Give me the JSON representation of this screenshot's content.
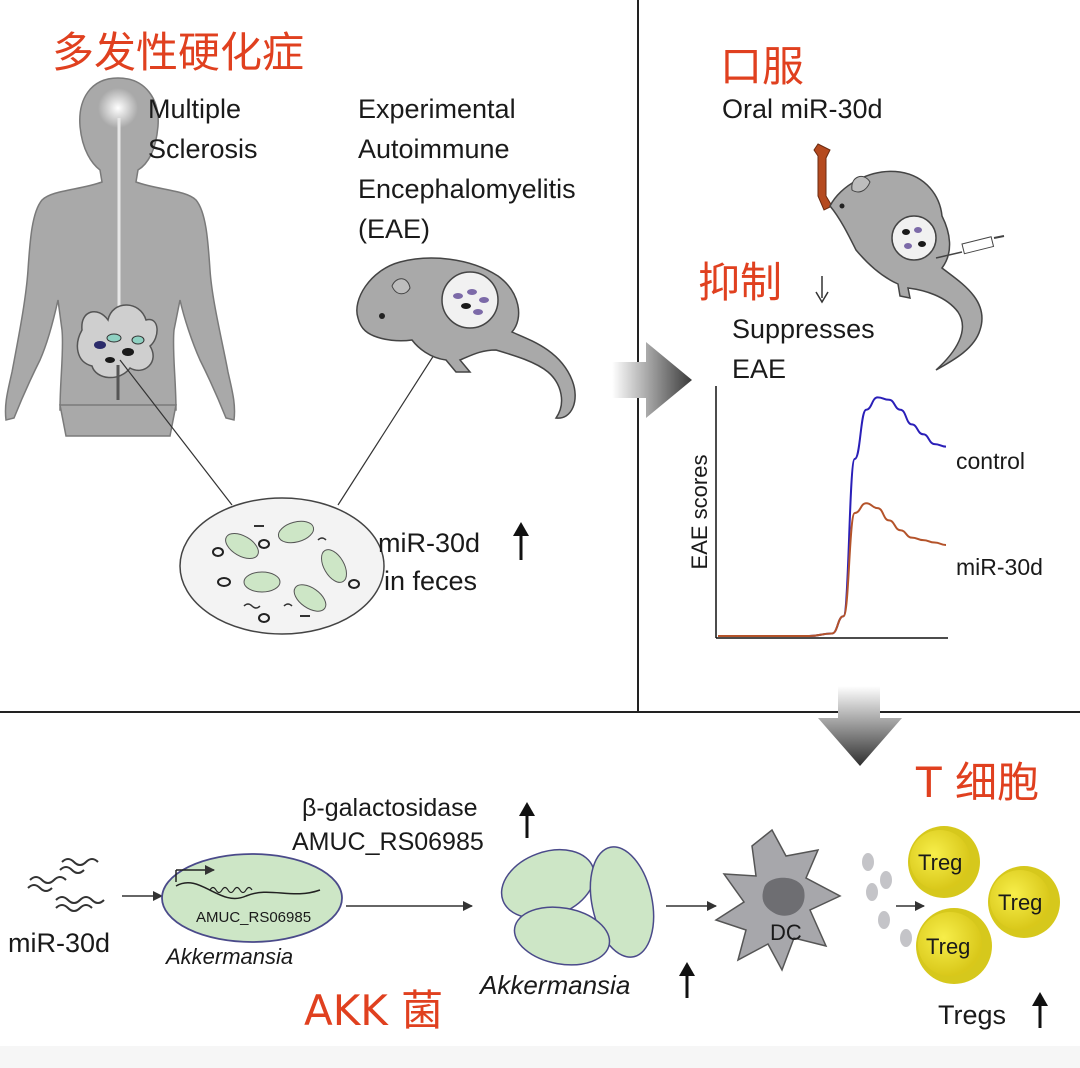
{
  "colors": {
    "accent_red": "#e0401f",
    "control_line": "#2a1fb8",
    "mir_line": "#b4532a",
    "bacteria_fill": "#cde6c6",
    "treg_fill": "#f2e62a",
    "dc_fill": "#a7a7ab",
    "body_fill": "#a9a9a9"
  },
  "panel_ms": {
    "title_cn": "多发性硬化症",
    "ms_line1": "Multiple",
    "ms_line2": "Sclerosis",
    "eae_line1": "Experimental",
    "eae_line2": "Autoimmune",
    "eae_line3": "Encephalomyelitis",
    "eae_line4": "(EAE)",
    "feces_line1": "miR-30d",
    "feces_line2": "in feces",
    "icons": [
      "human-body-icon",
      "mouse-icon",
      "gut-icon",
      "microbe-circle-icon",
      "up-arrow-icon"
    ]
  },
  "panel_oral": {
    "title_cn": "口服",
    "oral_label": "Oral miR-30d",
    "suppress_cn": "抑制",
    "suppress_line1": "Suppresses",
    "suppress_line2": "EAE",
    "icons": [
      "pipette-icon",
      "mouse-icon",
      "syringe-icon",
      "down-arrow-icon"
    ]
  },
  "chart_data": {
    "type": "line",
    "title": "",
    "xlabel": "",
    "ylabel": "EAE scores",
    "x": [
      0,
      10,
      20,
      30,
      40,
      50,
      55,
      60,
      65,
      70,
      75,
      80,
      85,
      90,
      95,
      100
    ],
    "series": [
      {
        "name": "control",
        "values": [
          0,
          0,
          0,
          0,
          0,
          1,
          8,
          72,
          92,
          97,
          96,
          92,
          86,
          82,
          78,
          77
        ]
      },
      {
        "name": "miR-30d",
        "values": [
          0,
          0,
          0,
          0,
          0,
          1,
          8,
          50,
          54,
          52,
          47,
          43,
          40,
          39,
          38,
          37
        ]
      }
    ],
    "ylim": [
      0,
      100
    ],
    "legend": "inline-right"
  },
  "panel_mechanism": {
    "mir_label": "miR-30d",
    "gene_label": "AMUC_RS06985",
    "akk_label": "Akkermansia",
    "enzyme_line1": "β-galactosidase",
    "enzyme_line2": "AMUC_RS06985",
    "akk_up_label": "Akkermansia",
    "akk_cn": "AKK 菌",
    "dc_label": "DC",
    "tcell_cn": "T 细胞",
    "treg_label": "Treg",
    "tregs_label": "Tregs",
    "icons": [
      "mirna-strands-icon",
      "akkermansia-cell-icon",
      "dendritic-cell-icon",
      "treg-cell-icon",
      "up-arrow-icon",
      "right-arrow-icon"
    ]
  }
}
